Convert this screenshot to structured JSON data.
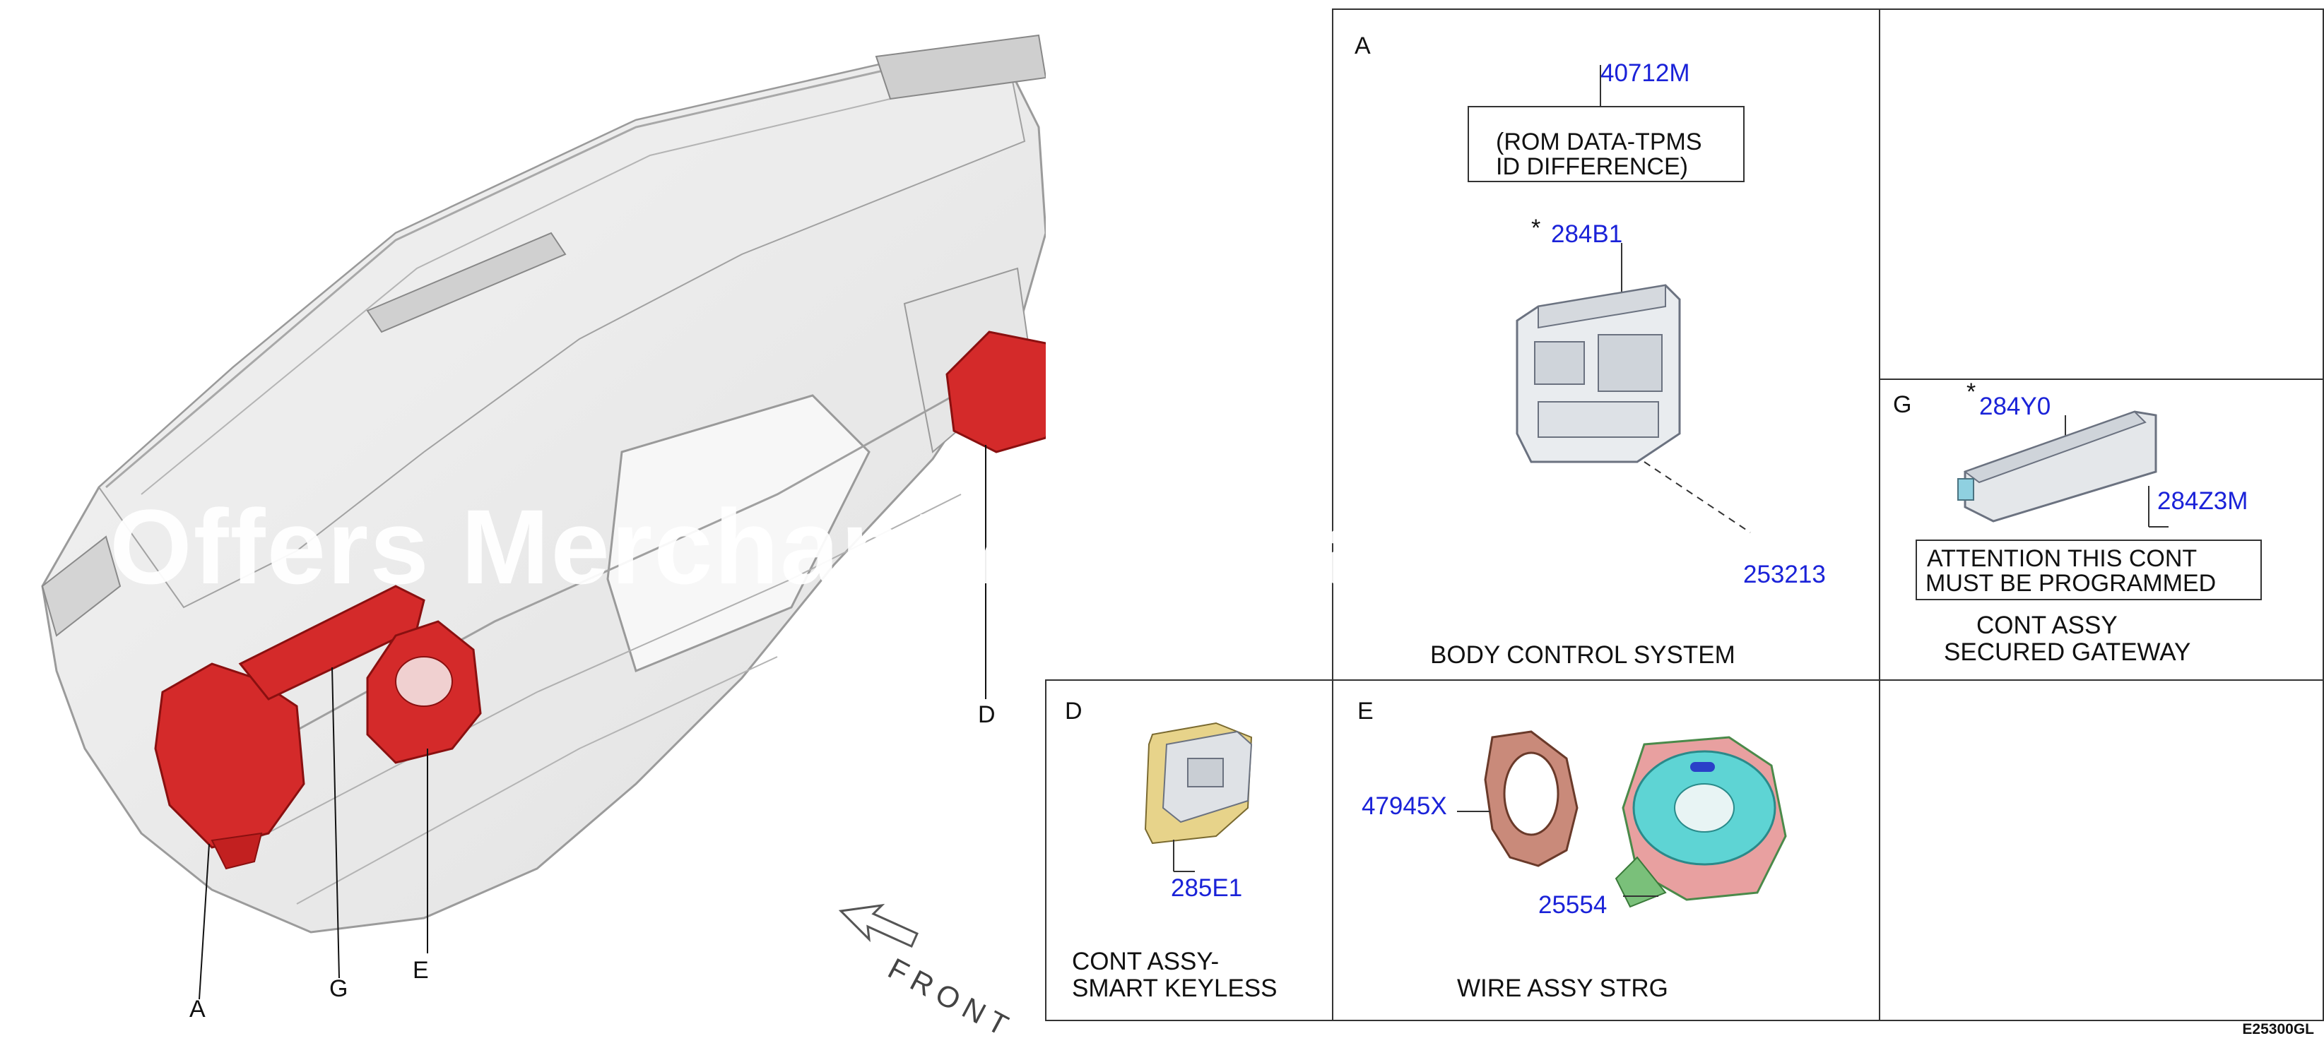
{
  "diagram": {
    "code": "E25300GL",
    "front_label": "FRONT",
    "watermark": "Offers Merchant Auto Parts",
    "callouts": [
      "A",
      "G",
      "E",
      "D"
    ],
    "panels": {
      "A": {
        "letter": "A",
        "rom_note_line1": "(ROM DATA-TPMS",
        "rom_note_line2": "ID DIFFERENCE)",
        "part_rom": "40712M",
        "asterisk": "*",
        "part_main": "284B1",
        "part_bracket": "253213",
        "title": "BODY CONTROL SYSTEM"
      },
      "G": {
        "letter": "G",
        "asterisk": "*",
        "part_main": "284Y0",
        "part_bracket": "284Z3M",
        "attention_line1": "ATTENTION THIS CONT",
        "attention_line2": "MUST BE PROGRAMMED",
        "title_line1": "CONT ASSY",
        "title_line2": "SECURED GATEWAY"
      },
      "D": {
        "letter": "D",
        "part_main": "285E1",
        "title_line1": "CONT ASSY-",
        "title_line2": "SMART KEYLESS"
      },
      "E": {
        "letter": "E",
        "part_a": "47945X",
        "part_b": "25554",
        "title": "WIRE ASSY STRG"
      }
    }
  }
}
